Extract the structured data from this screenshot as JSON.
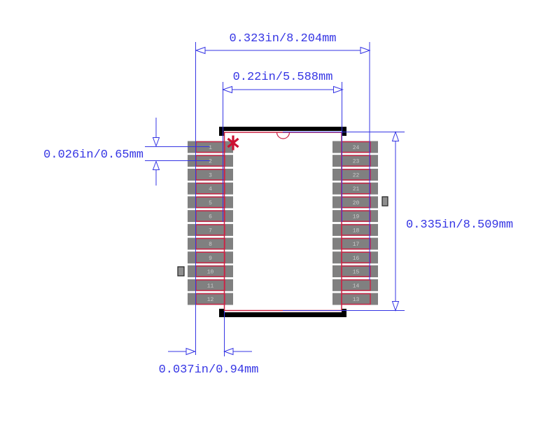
{
  "drawing": {
    "type": "ic-package-land-pattern",
    "labels": {
      "overall_width": "0.323in/8.204mm",
      "body_width": "0.22in/5.588mm",
      "body_height": "0.335in/8.509mm",
      "pad_pitch": "0.026in/0.65mm",
      "lead_length": "0.037in/0.94mm"
    },
    "pins": {
      "left_top_to_bottom": [
        1,
        2,
        3,
        4,
        5,
        6,
        7,
        8,
        9,
        10,
        11,
        12
      ],
      "right_top_to_bottom": [
        24,
        23,
        22,
        21,
        20,
        19,
        18,
        17,
        16,
        15,
        14,
        13
      ]
    },
    "pin1_marker": "*",
    "colors": {
      "dimension_blue": "#3535e4",
      "outline_red": "#cc2244",
      "asterisk_red": "#cc1133",
      "pad_gray": "#808080",
      "pin_number_gray": "#c9c9c9",
      "package_edge_black": "#000000",
      "background": "#ffffff"
    }
  }
}
